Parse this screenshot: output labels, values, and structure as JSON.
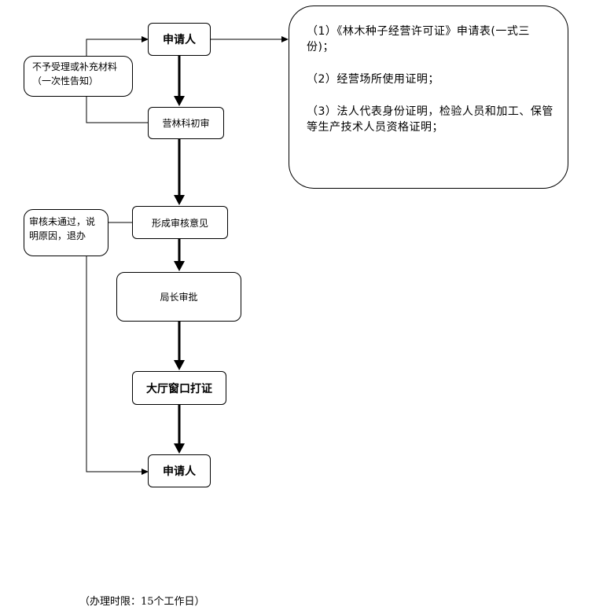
{
  "nodes": {
    "applicant_top": "申请人",
    "preliminary_review": "营林科初审",
    "review_opinion": "形成审核意见",
    "director_approval": "局长审批",
    "hall_window": "大厅窗口打证",
    "applicant_bottom": "申请人"
  },
  "notes": {
    "reject_line1": "不予受理或补充材料",
    "reject_line2": "（一次性告知）",
    "fail_line1": "审核未通过，说",
    "fail_line2": "明原因，退办"
  },
  "requirements": [
    "（1）《林木种子经营许可证》申请表(一式三份)；",
    "（2）经营场所使用证明；",
    "（3）法人代表身份证明，检验人员和加工、保管等生产技术人员资格证明；"
  ],
  "footer": "（办理时限：15个工作日）"
}
